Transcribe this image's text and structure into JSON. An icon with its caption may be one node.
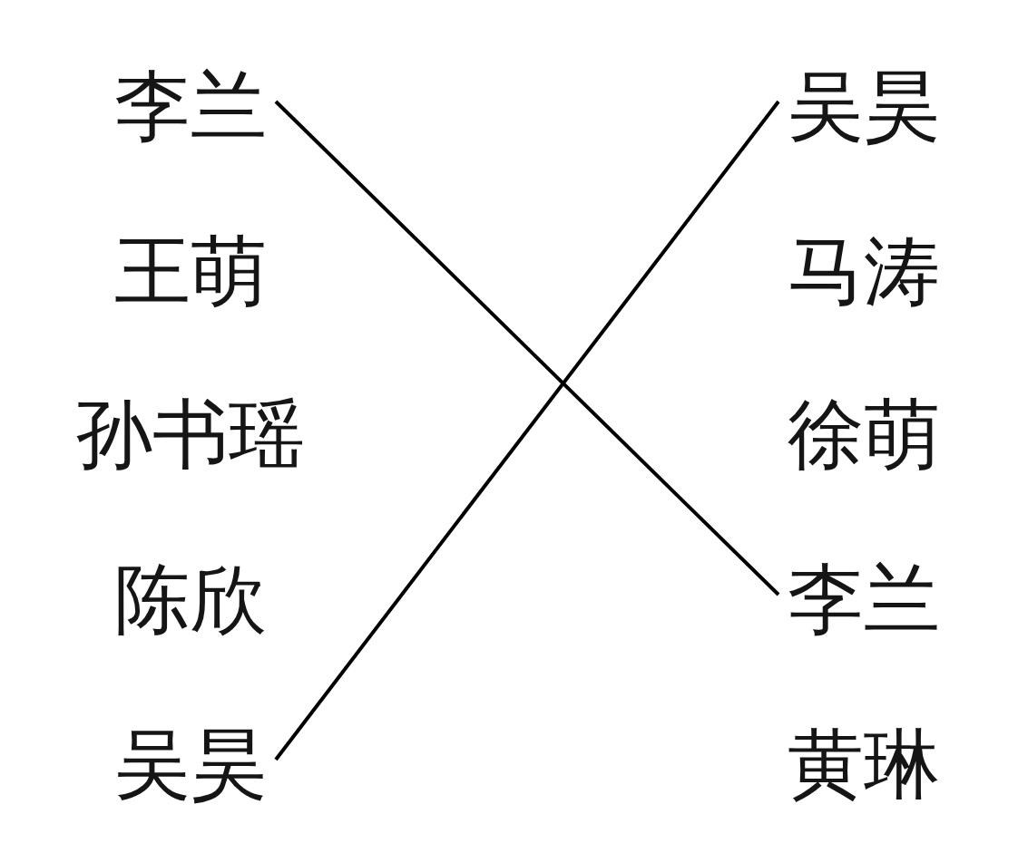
{
  "diagram": {
    "nodes": [
      {
        "text": [
          "李兰"
        ]
      },
      {
        "text": [
          "王萌"
        ]
      },
      {
        "text": [
          "孙书瑶"
        ]
      },
      {
        "text": [
          "陈欣"
        ]
      },
      {
        "text": [
          "吴昊"
        ]
      },
      {
        "text": [
          "吴昊"
        ]
      },
      {
        "text": [
          "马涛"
        ]
      },
      {
        "text": [
          "徐萌"
        ]
      },
      {
        "text": [
          "李兰"
        ]
      },
      {
        "text": [
          "黄琳"
        ]
      }
    ],
    "edges": [
      {
        "from": 0,
        "to": 8,
        "arrow": "none"
      },
      {
        "from": 4,
        "to": 5,
        "arrow": "none"
      }
    ]
  }
}
